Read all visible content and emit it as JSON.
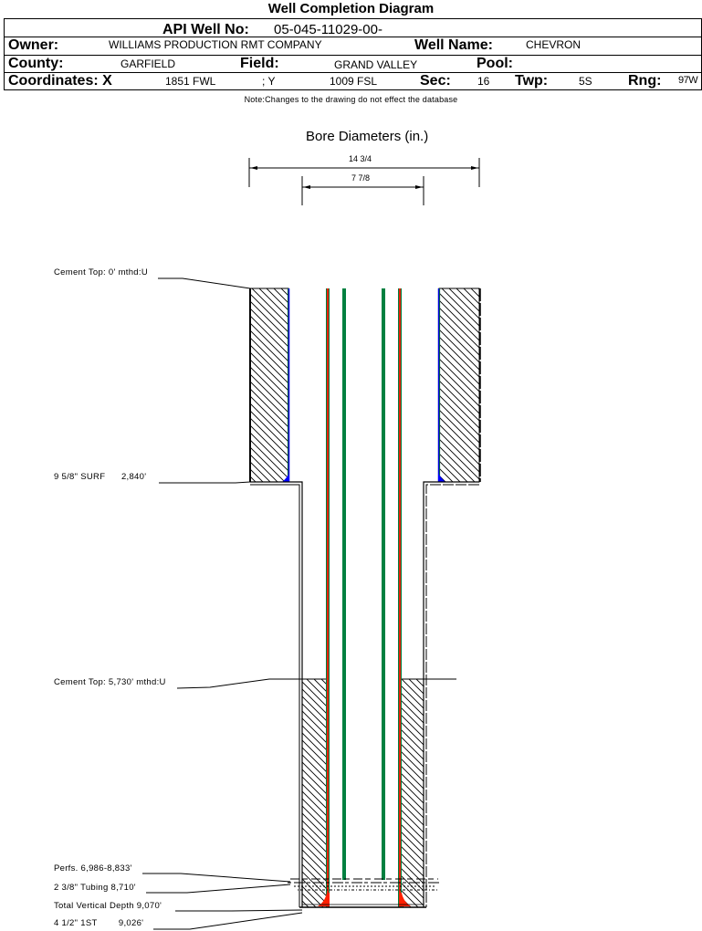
{
  "title": "Well Completion Diagram",
  "header": {
    "api_label": "API Well No:",
    "api_value": "05-045-11029-00-",
    "owner_label": "Owner:",
    "owner_value": "WILLIAMS PRODUCTION RMT COMPANY",
    "well_name_label": "Well Name:",
    "well_name_value": "CHEVRON",
    "county_label": "County:",
    "county_value": "GARFIELD",
    "field_label": "Field:",
    "field_value": "GRAND VALLEY",
    "pool_label": "Pool:",
    "pool_value": "",
    "coords_label": "Coordinates: X",
    "coord_x": "1851 FWL",
    "coord_y_sep": "; Y",
    "coord_y": "1009 FSL",
    "sec_label": "Sec:",
    "sec_value": "16",
    "twp_label": "Twp:",
    "twp_value": "5S",
    "rng_label": "Rng:",
    "rng_value": "97W"
  },
  "note": "Note:Changes to the drawing do not effect the database",
  "bore": {
    "title": "Bore Diameters (in.)",
    "outer_diameter": "14 3/4",
    "inner_diameter": "7 7/8"
  },
  "annotations": {
    "cement_top_1": "Cement Top: 0' mthd:U",
    "surface_casing": "9 5/8\" SURF      2,840'",
    "cement_top_2": "Cement Top: 5,730' mthd:U",
    "perfs": "Perfs. 6,986-8,833'",
    "tubing": "2 3/8\" Tubing 8,710'",
    "tvd": "Total Vertical Depth 9,070'",
    "production_casing": "4 1/2\" 1ST        9,026'"
  },
  "colors": {
    "casing_outer": "#e8200a",
    "casing_edge": "#008040",
    "tubing": "#008040",
    "tubing_core": "#008060",
    "surface_casing": "#0000e0",
    "shoe_surface": "#0000ff",
    "shoe_production": "#ff2000"
  }
}
